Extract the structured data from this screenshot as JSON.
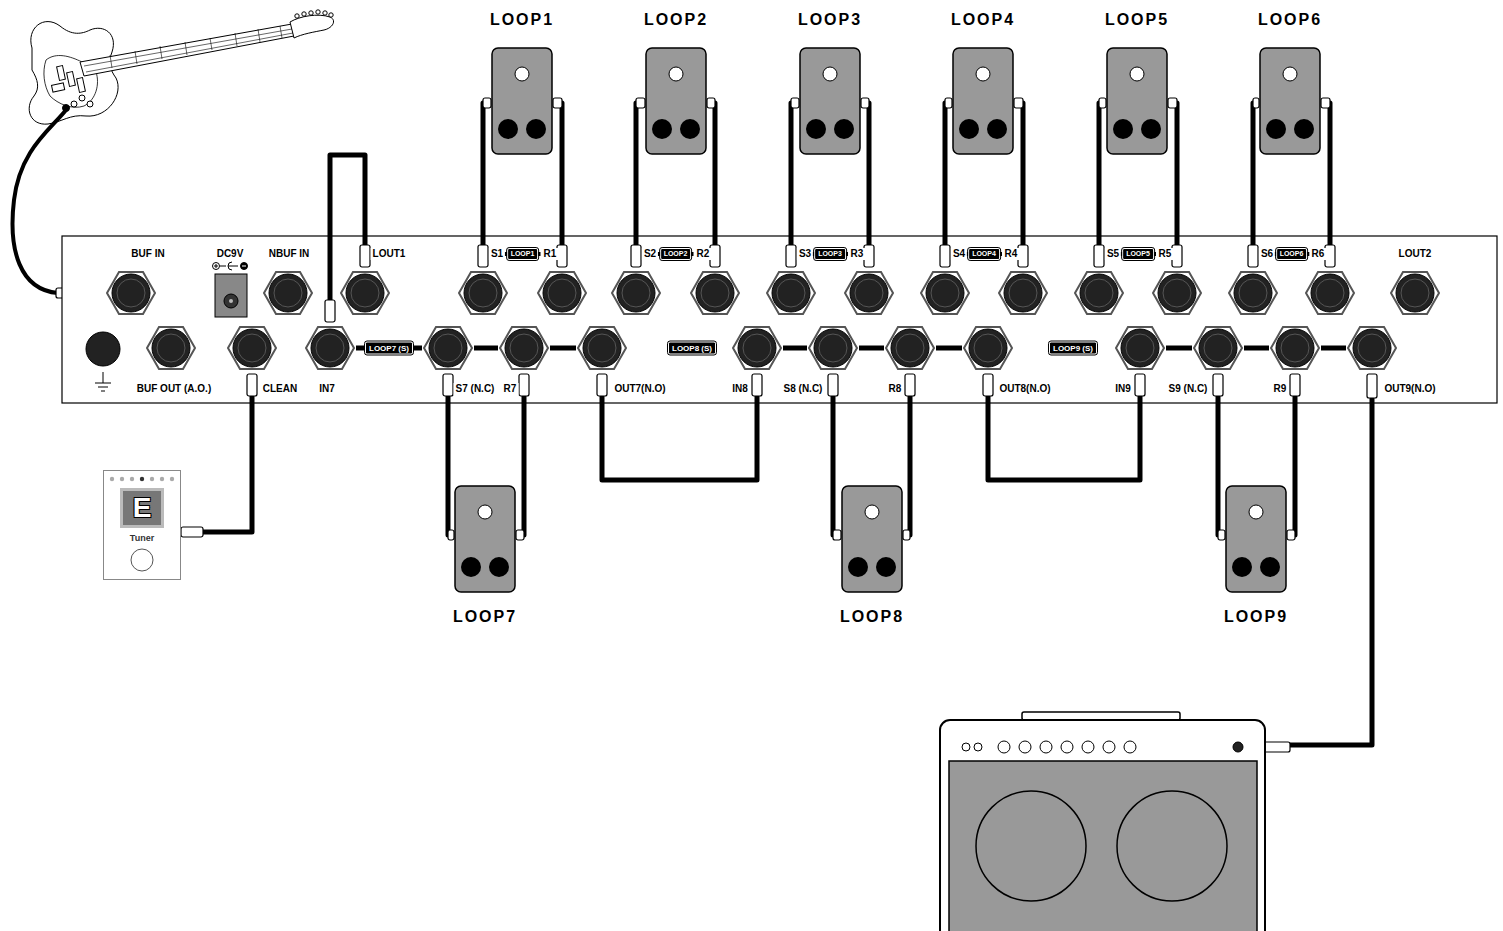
{
  "diagram": {
    "nodes": [
      {
        "text": [
          "LOOP1"
        ]
      },
      {
        "text": [
          "LOOP2"
        ]
      },
      {
        "text": [
          "LOOP3"
        ]
      },
      {
        "text": [
          "LOOP4"
        ]
      },
      {
        "text": [
          "LOOP5"
        ]
      },
      {
        "text": [
          "LOOP6"
        ]
      },
      {
        "text": [
          "BUF IN"
        ]
      },
      {
        "text": [
          "DC9V"
        ]
      },
      {
        "text": [
          "NBUF IN"
        ]
      },
      {
        "text": [
          "LOUT1"
        ]
      },
      {
        "text": [
          "S1"
        ]
      },
      {
        "text": [
          "R1"
        ]
      },
      {
        "text": [
          "S2"
        ]
      },
      {
        "text": [
          "R2"
        ]
      },
      {
        "text": [
          "S3"
        ]
      },
      {
        "text": [
          "R3"
        ]
      },
      {
        "text": [
          "S4"
        ]
      },
      {
        "text": [
          "R4"
        ]
      },
      {
        "text": [
          "S5"
        ]
      },
      {
        "text": [
          "R5"
        ]
      },
      {
        "text": [
          "S6"
        ]
      },
      {
        "text": [
          "R6"
        ]
      },
      {
        "text": [
          "LOUT2"
        ]
      },
      {
        "text": [
          "BUF OUT (A.O.)"
        ]
      },
      {
        "text": [
          "CLEAN"
        ]
      },
      {
        "text": [
          "IN7"
        ]
      },
      {
        "text": [
          "S7 (N.C)"
        ]
      },
      {
        "text": [
          "R7"
        ]
      },
      {
        "text": [
          "OUT7(N.O)"
        ]
      },
      {
        "text": [
          "IN8"
        ]
      },
      {
        "text": [
          "S8 (N.C)"
        ]
      },
      {
        "text": [
          "R8"
        ]
      },
      {
        "text": [
          "OUT8(N.O)"
        ]
      },
      {
        "text": [
          "IN9"
        ]
      },
      {
        "text": [
          "S9 (N.C)"
        ]
      },
      {
        "text": [
          "R9"
        ]
      },
      {
        "text": [
          "OUT9(N.O)"
        ]
      },
      {
        "text": [
          "E",
          "Tuner"
        ]
      },
      {
        "text": [
          "LOOP7"
        ]
      },
      {
        "text": [
          "LOOP8"
        ]
      },
      {
        "text": [
          "LOOP9"
        ]
      }
    ],
    "edges": [
      {
        "from": 9,
        "to": 25,
        "arrow": "none"
      },
      {
        "from": 10,
        "to": 0,
        "arrow": "none"
      },
      {
        "from": 0,
        "to": 11,
        "arrow": "none"
      },
      {
        "from": 12,
        "to": 1,
        "arrow": "none"
      },
      {
        "from": 1,
        "to": 13,
        "arrow": "none"
      },
      {
        "from": 14,
        "to": 2,
        "arrow": "none"
      },
      {
        "from": 2,
        "to": 15,
        "arrow": "none"
      },
      {
        "from": 16,
        "to": 3,
        "arrow": "none"
      },
      {
        "from": 3,
        "to": 17,
        "arrow": "none"
      },
      {
        "from": 18,
        "to": 4,
        "arrow": "none"
      },
      {
        "from": 4,
        "to": 19,
        "arrow": "none"
      },
      {
        "from": 20,
        "to": 5,
        "arrow": "none"
      },
      {
        "from": 5,
        "to": 21,
        "arrow": "none"
      },
      {
        "from": 25,
        "to": 26,
        "label": "LOOP7 (S)",
        "arrow": "none"
      },
      {
        "from": 26,
        "to": 27,
        "arrow": "none"
      },
      {
        "from": 27,
        "to": 28,
        "arrow": "none"
      },
      {
        "from": 28,
        "to": 29,
        "arrow": "none"
      },
      {
        "from": 29,
        "to": 30,
        "arrow": "none"
      },
      {
        "from": 30,
        "to": 31,
        "arrow": "none"
      },
      {
        "from": 31,
        "to": 32,
        "arrow": "none"
      },
      {
        "from": 32,
        "to": 33,
        "arrow": "none"
      },
      {
        "from": 33,
        "to": 34,
        "arrow": "none"
      },
      {
        "from": 34,
        "to": 35,
        "arrow": "none"
      },
      {
        "from": 35,
        "to": 36,
        "arrow": "none"
      },
      {
        "from": 26,
        "to": 38,
        "arrow": "none"
      },
      {
        "from": 38,
        "to": 27,
        "arrow": "none"
      },
      {
        "from": 30,
        "to": 39,
        "arrow": "none"
      },
      {
        "from": 39,
        "to": 31,
        "arrow": "none"
      },
      {
        "from": 34,
        "to": 40,
        "arrow": "none"
      },
      {
        "from": 40,
        "to": 35,
        "arrow": "none"
      },
      {
        "from": 24,
        "to": 37,
        "arrow": "none"
      }
    ],
    "labels": [
      "LOOP1",
      "LOOP2",
      "LOOP3",
      "LOOP4",
      "LOOP5",
      "LOOP6",
      "LOOP8 (S)",
      "LOOP9 (S)"
    ]
  }
}
